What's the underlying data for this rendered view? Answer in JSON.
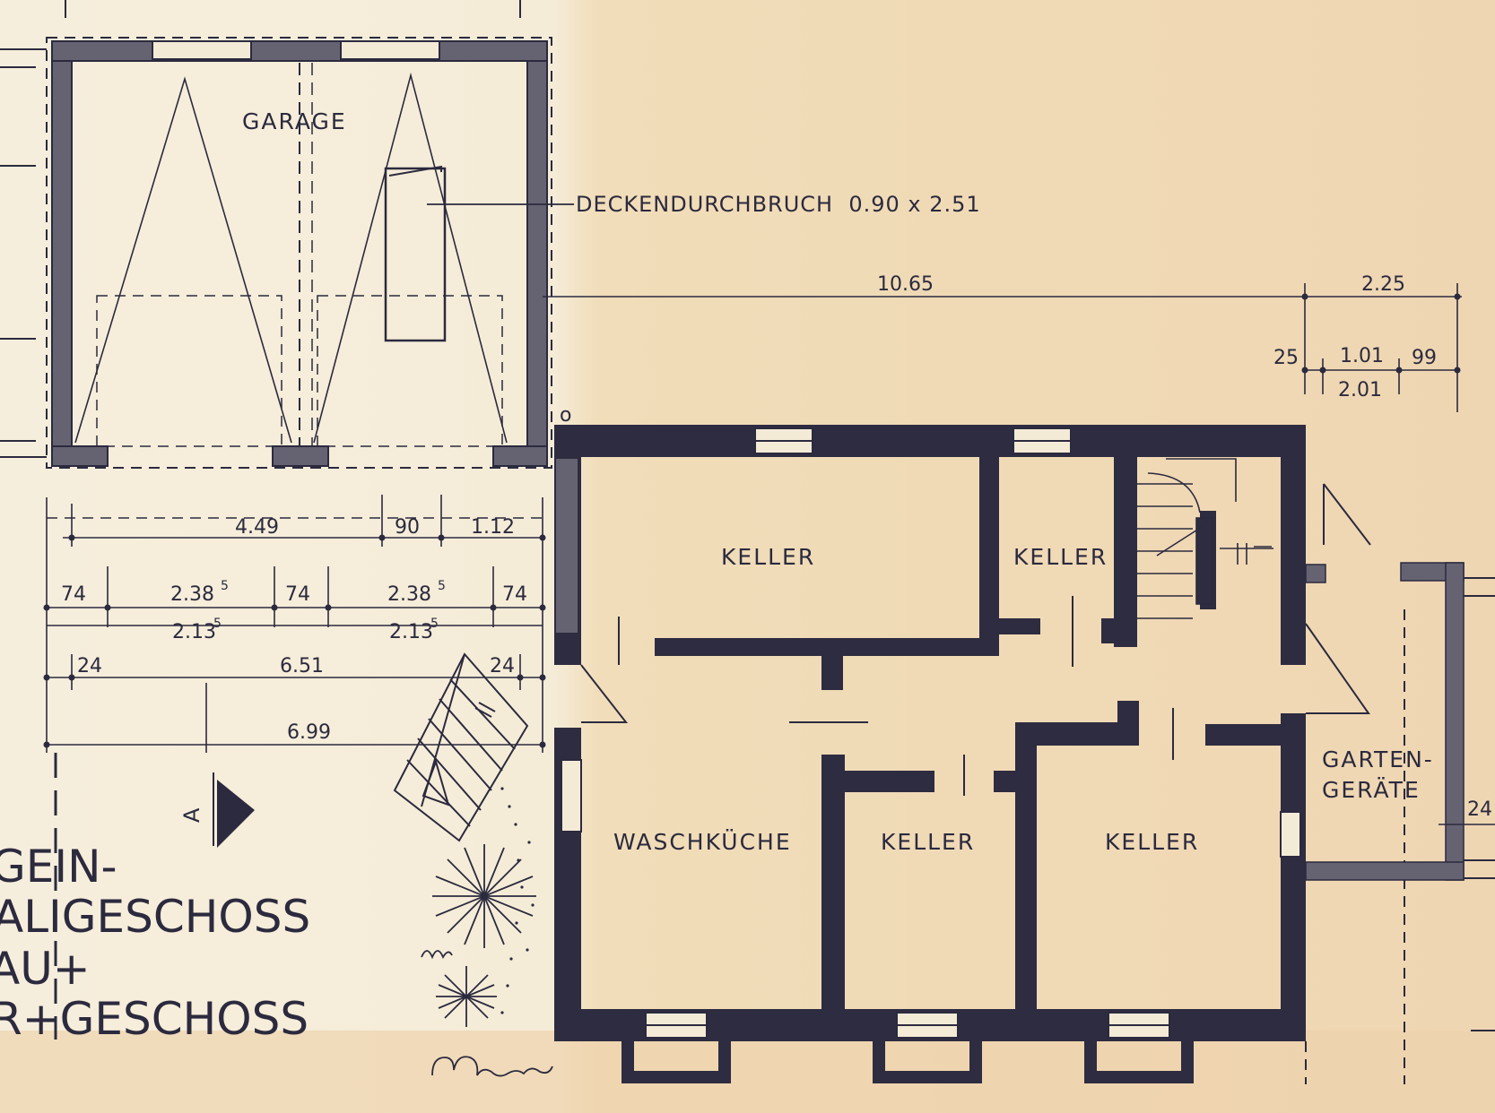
{
  "colors": {
    "paper": "#f3ead5",
    "paper_warm": "#efd9b7",
    "ink": "#2b2a3e",
    "wall_dark": "#2e2c40",
    "wall_grey": "#656372"
  },
  "rooms": {
    "garage": "GARAGE",
    "keller_1": "KELLER",
    "keller_2": "KELLER",
    "keller_3": "KELLER",
    "keller_4": "KELLER",
    "waschkueche": "WASCHKÜCHE",
    "gartengeraete_1": "GARTEN-",
    "gartengeraete_2": "GERÄTE"
  },
  "annotation": "DECKENDURCHBRUCH  0.90 x 2.51",
  "dimensions": {
    "d_10_65": "10.65",
    "d_2_25": "2.25",
    "d_25": "25",
    "d_1_01": "1.01",
    "d_99": "99",
    "d_2_01": "2.01",
    "d_4_49": "4.49",
    "d_90": "90",
    "d_1_12": "1.12",
    "d_74_a": "74",
    "d_74_b": "74",
    "d_74_c": "74",
    "d_2_38_a": "2.38",
    "d_2_38_b": "2.38",
    "d_sup_5": "5",
    "d_2_13_a": "2.13",
    "d_2_13_b": "2.13",
    "d_24_a": "24",
    "d_24_b": "24",
    "d_24_c": "24",
    "d_6_51": "6.51",
    "d_6_99": "6.99"
  },
  "section_marker": "A",
  "title_lines": {
    "line1": "GEIN-",
    "line2": "ALIGESCHOSS",
    "line3": "AU+",
    "line4": "R+GESCHOSS"
  },
  "point_mark": "o"
}
